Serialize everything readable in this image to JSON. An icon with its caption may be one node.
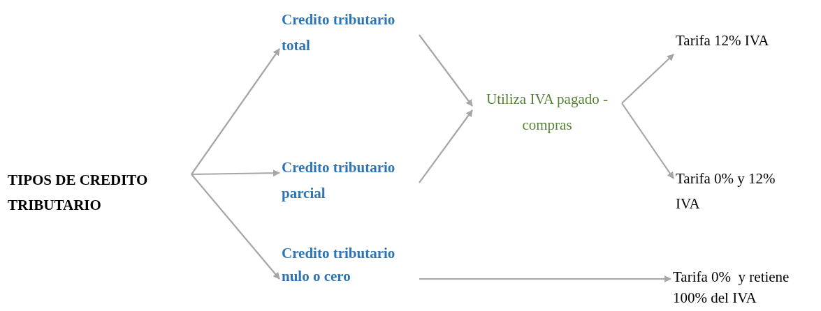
{
  "diagram": {
    "nodes": [
      {
        "text": [
          "TIPOS DE CREDITO TRIBUTARIO"
        ]
      },
      {
        "text": [
          "Credito tributario total"
        ]
      },
      {
        "text": [
          "Credito tributario parcial"
        ]
      },
      {
        "text": [
          "Credito tributario nulo o cero"
        ]
      },
      {
        "text": [
          "Utiliza IVA pagado - compras"
        ]
      },
      {
        "text": [
          "Tarifa 12% IVA"
        ]
      },
      {
        "text": [
          "Tarifa 0% y 12% IVA"
        ]
      },
      {
        "text": [
          "Tarifa 0%  y retiene 100% del IVA"
        ]
      }
    ],
    "edges": [
      {
        "from": 0,
        "to": 1,
        "arrow": "to"
      },
      {
        "from": 0,
        "to": 2,
        "arrow": "to"
      },
      {
        "from": 0,
        "to": 3,
        "arrow": "to"
      },
      {
        "from": 1,
        "to": 4,
        "arrow": "to"
      },
      {
        "from": 2,
        "to": 4,
        "arrow": "to"
      },
      {
        "from": 4,
        "to": 5,
        "arrow": "to"
      },
      {
        "from": 4,
        "to": 6,
        "arrow": "to"
      },
      {
        "from": 3,
        "to": 7,
        "arrow": "to"
      }
    ]
  }
}
